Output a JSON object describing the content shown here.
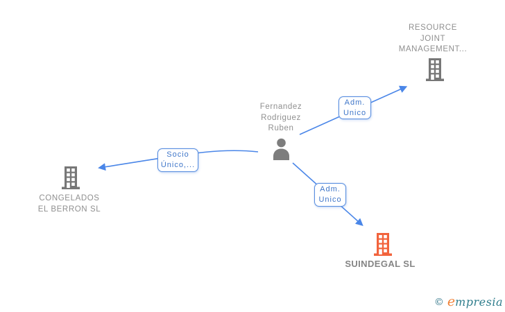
{
  "diagram": {
    "title": "corporate-relationships-graph",
    "nodes": {
      "resource_joint_management": {
        "type": "company",
        "icon": "building-icon",
        "icon_color": "gray",
        "label_lines": [
          "RESOURCE",
          "JOINT",
          "MANAGEMENT..."
        ]
      },
      "person": {
        "type": "person",
        "icon": "person-icon",
        "icon_color": "gray",
        "label_lines": [
          "Fernandez",
          "Rodriguez",
          "Ruben"
        ]
      },
      "congelados": {
        "type": "company",
        "icon": "building-icon",
        "icon_color": "gray",
        "label_lines": [
          "CONGELADOS",
          "EL BERRON SL"
        ]
      },
      "suindegal": {
        "type": "company",
        "icon": "building-icon",
        "icon_color": "orange",
        "label": "SUINDEGAL SL"
      }
    },
    "edge_labels": {
      "adm_unico_top": [
        "Adm.",
        "Unico"
      ],
      "socio_unico": [
        "Socio",
        "Único,..."
      ],
      "adm_unico_bottom": [
        "Adm.",
        "Unico"
      ]
    }
  },
  "logo": {
    "copyright": "©",
    "brand_initial": "e",
    "brand_rest": "mpresia"
  },
  "colors": {
    "background": "#ffffff",
    "edge_blue": "#4a86e8",
    "edge_label_border": "#5a8fe0",
    "edge_label_text": "#3f76c9",
    "node_text_gray": "#8f8f8f",
    "icon_gray": "#777777",
    "person_gray": "#7d7d7d",
    "building_orange": "#f2633c",
    "logo_teal": "#2e7d8c",
    "logo_orange": "#f08137"
  }
}
